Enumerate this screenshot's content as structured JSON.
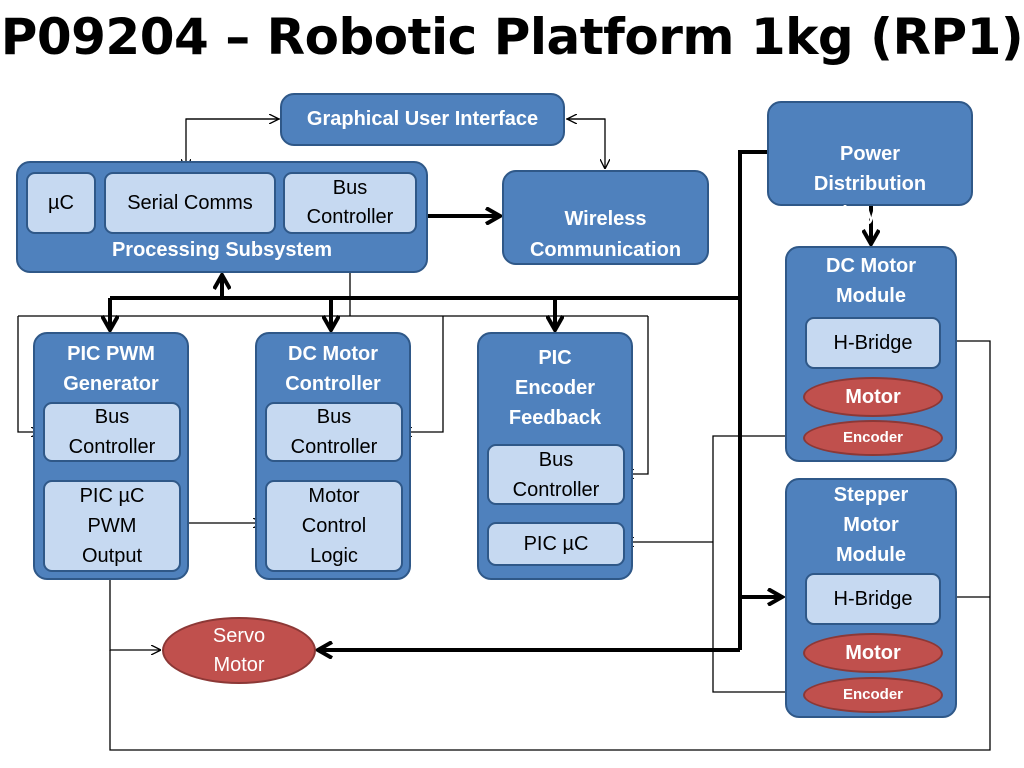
{
  "title": "P09204 – Robotic Platform 1kg (RP1)",
  "gui": "Graphical User Interface",
  "processing": {
    "label": "Processing Subsystem",
    "uc": "µC",
    "serial": "Serial Comms",
    "bus": "Bus\nController"
  },
  "wireless": "Wireless\nCommunication\nSubsystem",
  "power": "Power\nDistribution\nSubsystem",
  "pwm_gen": {
    "title": "PIC PWM\nGenerator",
    "bus": "Bus\nController",
    "output": "PIC µC\nPWM\nOutput"
  },
  "dc_controller": {
    "title": "DC Motor\nController",
    "bus": "Bus\nController",
    "logic": "Motor\nControl\nLogic"
  },
  "encoder_fb": {
    "title": "PIC\nEncoder\nFeedback",
    "bus": "Bus\nController",
    "pic": "PIC µC"
  },
  "dc_module": {
    "title": "DC Motor\nModule",
    "hbridge": "H-Bridge",
    "motor": "Motor",
    "encoder": "Encoder"
  },
  "stepper_module": {
    "title": "Stepper\nMotor\nModule",
    "hbridge": "H-Bridge",
    "motor": "Motor",
    "encoder": "Encoder"
  },
  "servo": "Servo\nMotor"
}
